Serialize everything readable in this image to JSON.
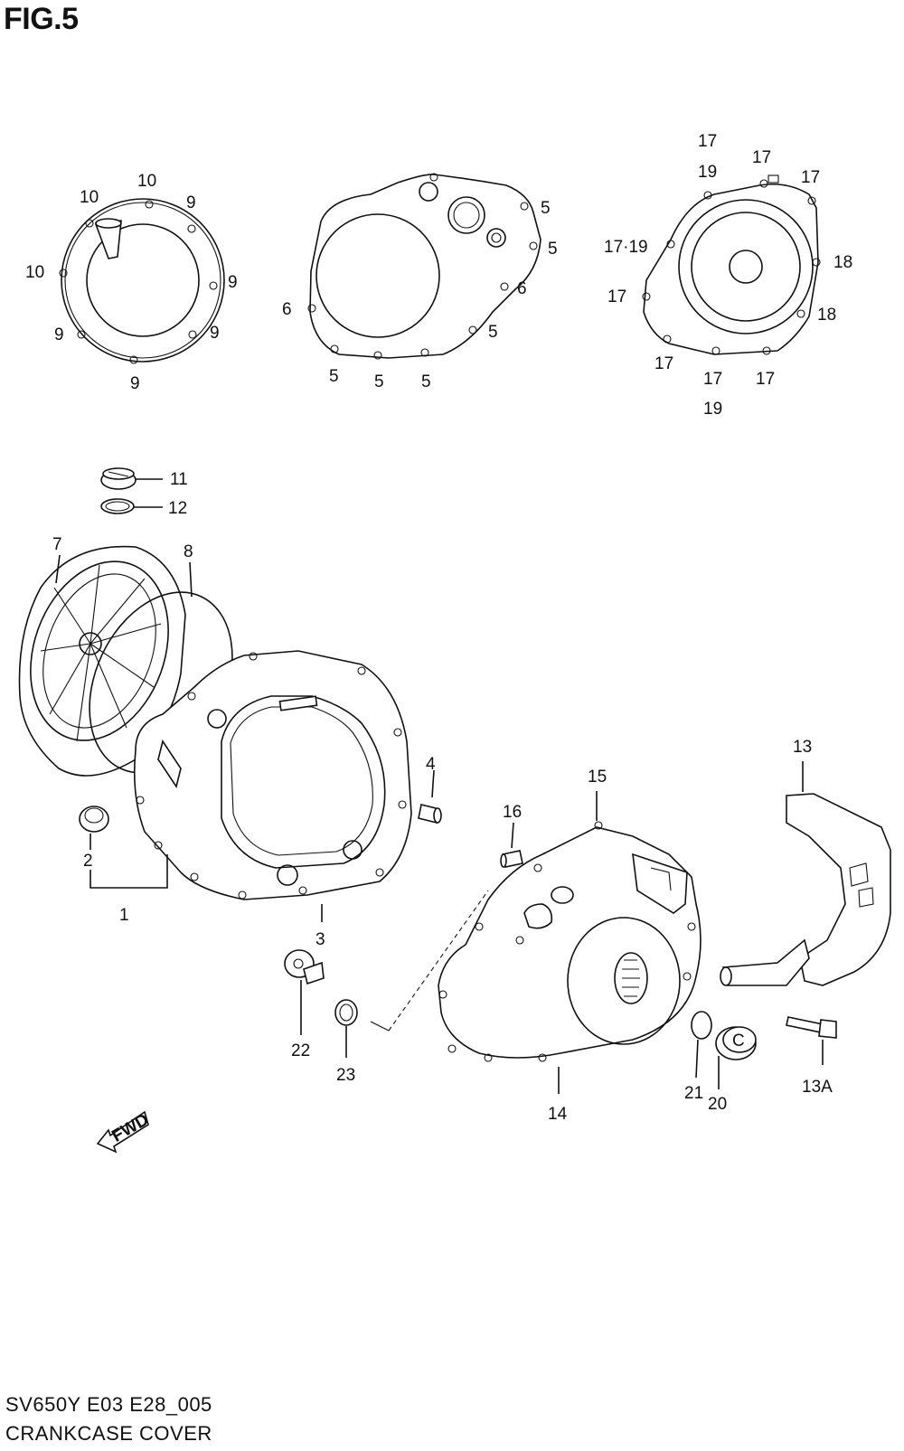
{
  "figure": {
    "title": "FIG.5"
  },
  "footer": {
    "model_code": "SV650Y E03 E28_005",
    "section_name": "CRANKCASE COVER"
  },
  "fwd_label": "FWD",
  "part_labels": [
    "10",
    "10",
    "10",
    "9",
    "9",
    "9",
    "9",
    "9",
    "5",
    "5",
    "6",
    "6",
    "5",
    "5",
    "5",
    "5",
    "17",
    "19",
    "17",
    "17",
    "17·19",
    "18",
    "17",
    "18",
    "17",
    "17",
    "17",
    "19",
    "11",
    "12",
    "7",
    "8",
    "4",
    "2",
    "1",
    "3",
    "13",
    "15",
    "16",
    "22",
    "23",
    "14",
    "21",
    "20",
    "13A"
  ]
}
